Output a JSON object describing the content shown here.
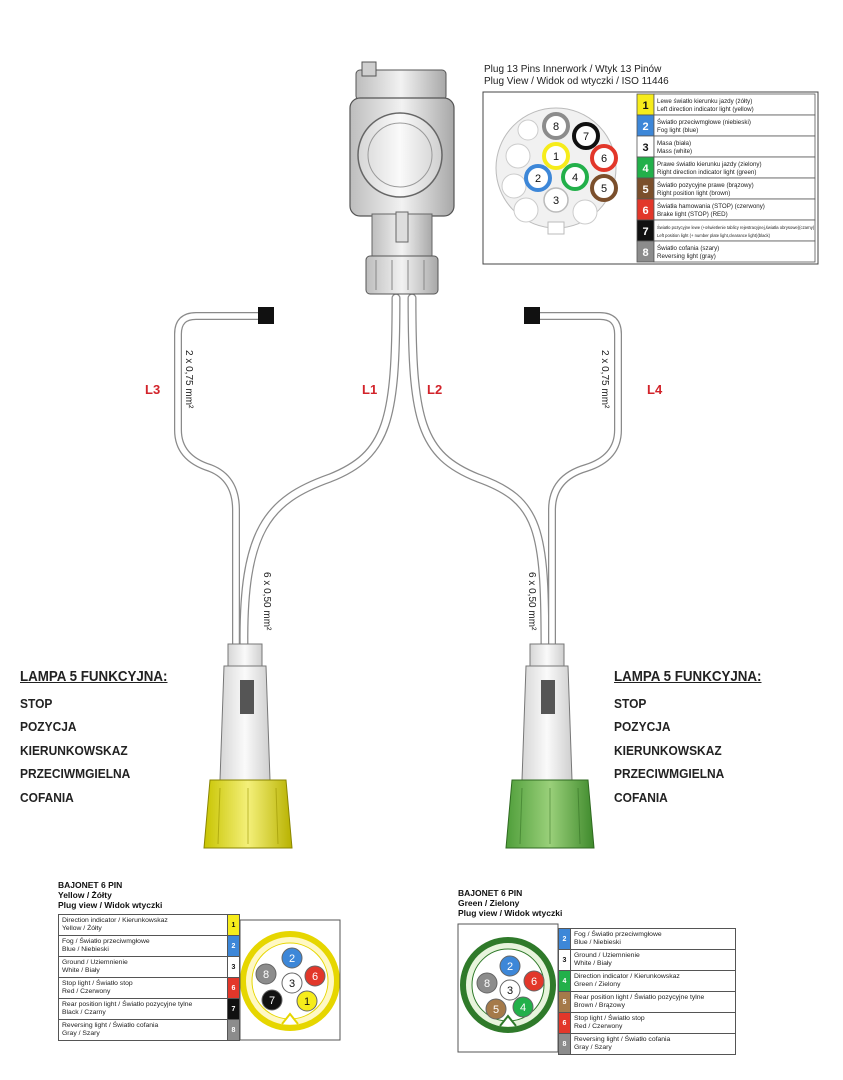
{
  "plug13": {
    "title_line1": "Plug 13 Pins Innerwork / Wtyk 13 Pinów",
    "title_line2": "Plug View / Widok od wtyczki   / ISO 11446",
    "legend": [
      {
        "num": "1",
        "color": "#f6ec1b",
        "pl": "Lewe światło kierunku jazdy (żółty)",
        "en": "Left direction indicator light (yellow)"
      },
      {
        "num": "2",
        "color": "#3d87d8",
        "pl": "Światło przeciwmgłowe (niebieski)",
        "en": "Fog light (blue)"
      },
      {
        "num": "3",
        "color": "#ffffff",
        "pl": "Masa (biała)",
        "en": "Mass (white)"
      },
      {
        "num": "4",
        "color": "#22b04a",
        "pl": "Prawe światło kierunku jazdy (zielony)",
        "en": "Right direction indicator light (green)"
      },
      {
        "num": "5",
        "color": "#7b4f2c",
        "pl": "Światło pozycyjne prawe (brązowy)",
        "en": "Right position light (brown)"
      },
      {
        "num": "6",
        "color": "#e2372a",
        "pl": "Światła hamowania (STOP) (czerwony)",
        "en": "Brake light (STOP) (RED)"
      },
      {
        "num": "7",
        "color": "#111111",
        "pl": "Światło pozycyjne lewe (+oświetlenie tablicy rejestracyjnej,światła obrysowe)(czarny)",
        "en": "Left position light (+ number plate light,clearance light)(black)"
      },
      {
        "num": "8",
        "color": "#8c8c8c",
        "pl": "Światło cofania (szary)",
        "en": "Reversing light (gray)"
      }
    ]
  },
  "cables": {
    "L1": "L1",
    "L2": "L2",
    "L3": "L3",
    "L4": "L4",
    "spec_thin": "2 x 0,75 mm²",
    "spec_thick": "6 x 0,50 mm²",
    "label_color": "#d2232a"
  },
  "lampa_left": {
    "heading": "LAMPA 5 FUNKCYJNA:",
    "items": [
      "STOP",
      "POZYCJA",
      "KIERUNKOWSKAZ",
      "PRZECIWMGIELNA",
      "COFANIA"
    ]
  },
  "lampa_right": {
    "heading": "LAMPA 5 FUNKCYJNA:",
    "items": [
      "STOP",
      "POZYCJA",
      "KIERUNKOWSKAZ",
      "PRZECIWMGIELNA",
      "COFANIA"
    ]
  },
  "bajonet_yellow": {
    "title1": "BAJONET 6 PIN",
    "title2": "Yellow / Żółty",
    "title3": "Plug view / Widok wtyczki",
    "rows": [
      {
        "en": "Direction indicator / Kierunkowskaz",
        "pl": "Yellow / Żółty",
        "num": "1",
        "color": "#f6ec1b"
      },
      {
        "en": "Fog / Światło przeciwmgłowe",
        "pl": "Blue / Niebieski",
        "num": "2",
        "color": "#3d87d8"
      },
      {
        "en": "Ground / Uziemnienie",
        "pl": "White / Biały",
        "num": "3",
        "color": "#ffffff"
      },
      {
        "en": "Stop light / Światło stop",
        "pl": "Red / Czerwony",
        "num": "6",
        "color": "#e2372a"
      },
      {
        "en": "Rear position light / Światło pozycyjne tylne",
        "pl": "Black / Czarny",
        "num": "7",
        "color": "#111111"
      },
      {
        "en": "Reversing light / Światło cofania",
        "pl": "Gray / Szary",
        "num": "8",
        "color": "#8c8c8c"
      }
    ]
  },
  "bajonet_green": {
    "title1": "BAJONET 6 PIN",
    "title2": "Green / Zielony",
    "title3": "Plug view / Widok wtyczki",
    "rows": [
      {
        "en": "Fog / Światło przeciwmgłowe",
        "pl": "Blue / Niebieski",
        "num": "2",
        "color": "#3d87d8"
      },
      {
        "en": "Ground / Uziemnienie",
        "pl": "White / Biały",
        "num": "3",
        "color": "#ffffff"
      },
      {
        "en": "Direction indicator / Kierunkowskaz",
        "pl": "Green / Zielony",
        "num": "4",
        "color": "#22b04a"
      },
      {
        "en": "Rear position light / Światło pozycyjne tylne",
        "pl": "Brown / Brązowy",
        "num": "5",
        "color": "#a57a4a"
      },
      {
        "en": "Stop light / Światło stop",
        "pl": "Red / Czerwony",
        "num": "6",
        "color": "#e2372a"
      },
      {
        "en": "Reversing light / Światło cofania",
        "pl": "Gray / Szary",
        "num": "8",
        "color": "#8c8c8c"
      }
    ]
  }
}
